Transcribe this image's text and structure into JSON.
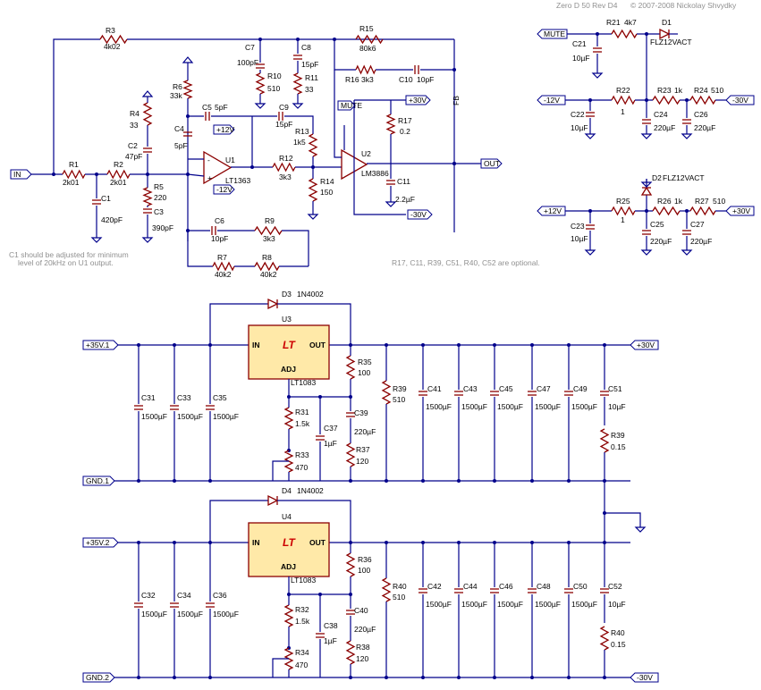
{
  "header": {
    "title": "Zero D 50 Rev D4",
    "copyright": "© 2007-2008 Nickolay Shvydky"
  },
  "notes": {
    "c1_line1": "C1 should be adjusted for minimum",
    "c1_line2": "level of 20kHz on U1 output.",
    "optional": "R17, C11, R39, C51, R40, C52 are optional."
  },
  "ports": {
    "in": "IN",
    "out": "OUT",
    "mute": "MUTE",
    "mute_v": "MUTE",
    "p30a": "+30V",
    "m30a": "-30V",
    "m12": "-12V",
    "m30b": "-30V",
    "p12": "+12V",
    "p30b": "+30V",
    "v35a": "+35V.1",
    "p30c": "+30V",
    "gnd1": "GND.1",
    "v35b": "+35V.2",
    "gnd2": "GND.2",
    "m30c": "-30V",
    "u1_p12": "+12V",
    "u1_m12": "-12V",
    "fb": "FB"
  },
  "amp": {
    "R1": "R1",
    "R1v": "2k01",
    "R2": "R2",
    "R2v": "2k01",
    "R3": "R3",
    "R3v": "4k02",
    "R4": "R4",
    "R4v": "33",
    "R5": "R5",
    "R5v": "220",
    "R6": "R6",
    "R6v": "33k",
    "R7": "R7",
    "R7v": "40k2",
    "R8": "R8",
    "R8v": "40k2",
    "R9": "R9",
    "R9v": "3k3",
    "R10": "R10",
    "R10v": "510",
    "R11": "R11",
    "R11v": "33",
    "R12": "R12",
    "R12v": "3k3",
    "R13": "R13",
    "R13v": "1k5",
    "R14": "R14",
    "R14v": "150",
    "R15": "R15",
    "R15v": "80k6",
    "R16": "R16",
    "R16v": "3k3",
    "R17": "R17",
    "R17v": "0.2",
    "C1": "C1",
    "C1v": "420pF",
    "C2": "C2",
    "C2v": "47pF",
    "C3": "C3",
    "C3v": "390pF",
    "C4": "C4",
    "C4v": "5pF",
    "C5": "C5",
    "C5v": "5pF",
    "C6": "C6",
    "C6v": "10pF",
    "C7": "C7",
    "C7v": "100pF",
    "C8": "C8",
    "C8v": "15pF",
    "C9": "C9",
    "C9v": "15pF",
    "C10": "C10",
    "C10v": "10pF",
    "C11": "C11",
    "C11v": "2.2µF",
    "U1": "U1",
    "U1p": "LT1363",
    "U2": "U2",
    "U2p": "LM3886"
  },
  "regs": {
    "R21": "R21",
    "R21v": "4k7",
    "D1": "D1",
    "D1p": "FLZ12VACT",
    "C21": "C21",
    "C21v": "10µF",
    "R22": "R22",
    "R22v": "1",
    "R23": "R23",
    "R23v": "1k",
    "R24": "R24",
    "R24v": "510",
    "C22": "C22",
    "C22v": "10µF",
    "C24": "C24",
    "C24v": "220µF",
    "C26": "C26",
    "C26v": "220µF",
    "D2": "D2",
    "D2p": "FLZ12VACT",
    "R25": "R25",
    "R25v": "1",
    "R26": "R26",
    "R26v": "1k",
    "R27": "R27",
    "R27v": "510",
    "C23": "C23",
    "C23v": "10µF",
    "C25": "C25",
    "C25v": "220µF",
    "C27": "C27",
    "C27v": "220µF"
  },
  "psu1": {
    "D": "D3",
    "Dp": "1N4002",
    "U": "U3",
    "Up": "LT1083",
    "in": "IN",
    "out": "OUT",
    "adj": "ADJ",
    "Ca": "C31",
    "Cb": "C33",
    "Cc": "C35",
    "Cav": "1500µF",
    "Cbv": "1500µF",
    "Ccv": "1500µF",
    "Ra": "R31",
    "Rav": "1.5k",
    "Rb": "R33",
    "Rbv": "470",
    "Ck": "C37",
    "Ckv": "1µF",
    "Cq": "C39",
    "Cqv": "220µF",
    "Rr": "R35",
    "Rrv": "100",
    "Rs": "R37",
    "Rsv": "120",
    "Rt": "R39",
    "Rtv": "510",
    "C1": "C41",
    "C2": "C43",
    "C3": "C45",
    "C4": "C47",
    "C5": "C49",
    "Cbig": "1500µF",
    "Cend": "C51",
    "Cendv": "10µF",
    "Rend": "R39",
    "Rendv": "0.15"
  },
  "psu2": {
    "D": "D4",
    "Dp": "1N4002",
    "U": "U4",
    "Up": "LT1083",
    "in": "IN",
    "out": "OUT",
    "adj": "ADJ",
    "Ca": "C32",
    "Cb": "C34",
    "Cc": "C36",
    "Cav": "1500µF",
    "Cbv": "1500µF",
    "Ccv": "1500µF",
    "Ra": "R32",
    "Rav": "1.5k",
    "Rb": "R34",
    "Rbv": "470",
    "Ck": "C38",
    "Ckv": "1µF",
    "Cq": "C40",
    "Cqv": "220µF",
    "Rr": "R36",
    "Rrv": "100",
    "Rs": "R38",
    "Rsv": "120",
    "Rt": "R40",
    "Rtv": "510",
    "C1": "C42",
    "C2": "C44",
    "C3": "C46",
    "C4": "C48",
    "C5": "C50",
    "Cbig": "1500µF",
    "Cend": "C52",
    "Cendv": "10µF",
    "Rend": "R40",
    "Rendv": "0.15"
  },
  "colors": {
    "wire": "#00008b",
    "component": "#8b0000",
    "regulator_fill": "#ffe9a8",
    "logo": "#cc0000"
  }
}
